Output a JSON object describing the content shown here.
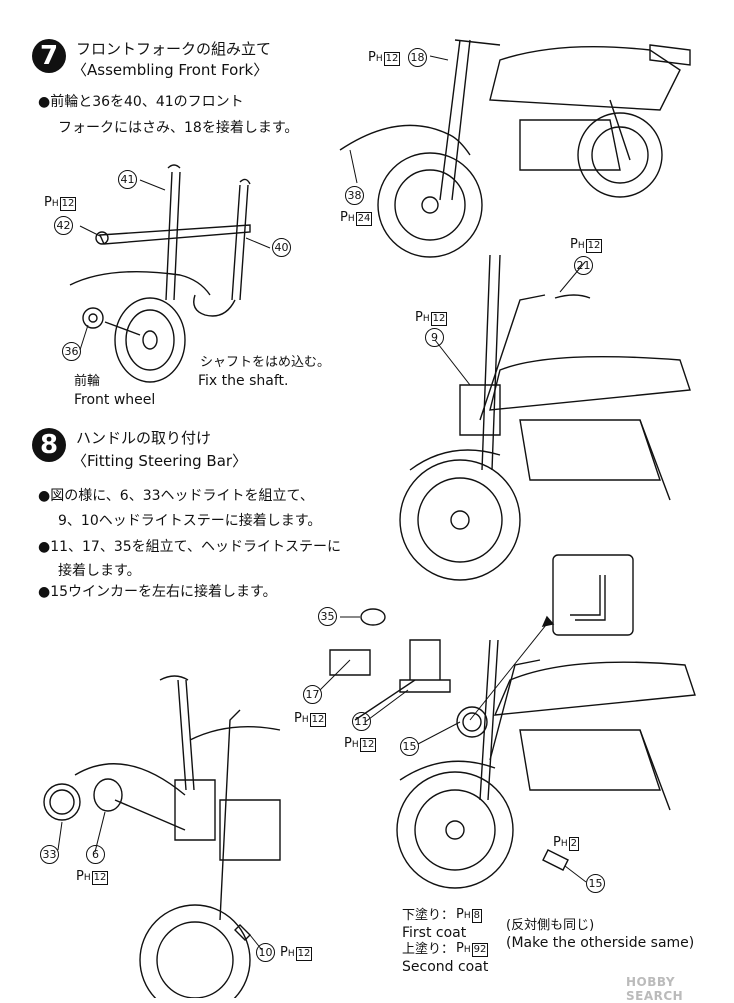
{
  "step7": {
    "number": "7",
    "title_jp": "フロントフォークの組み立て",
    "title_en": "〈Assembling Front Fork〉",
    "instruction_line1_jp": "●前輪と36を40、41のフロント",
    "instruction_line2_jp": "フォークにはさみ、18を接着します。",
    "parts": {
      "p41": "41",
      "p42": "42",
      "p40": "40",
      "p36": "36",
      "p38": "38",
      "p18": "18"
    },
    "paint_ph12_a": "12",
    "paint_ph24": "24",
    "paint_ph12_b": "12",
    "label_shaft_jp": "シャフトをはめ込む。",
    "label_shaft_en": "Fix the shaft.",
    "label_wheel_jp": "前輪",
    "label_wheel_en": "Front wheel"
  },
  "step8": {
    "number": "8",
    "title_jp": "ハンドルの取り付け",
    "title_en": "〈Fitting Steering Bar〉",
    "instruction_line1_jp": "●図の様に、6、33ヘッドライトを組立て、",
    "instruction_line2_jp": "9、10ヘッドライトステーに接着します。",
    "instruction_line3_jp": "●11、17、35を組立て、ヘッドライトステーに",
    "instruction_line4_jp": "接着します。",
    "instruction_line5_jp": "●15ウインカーを左右に接着します。",
    "parts": {
      "p21": "21",
      "p9": "9",
      "p35": "35",
      "p17": "17",
      "p11": "11",
      "p15a": "15",
      "p33": "33",
      "p6": "6",
      "p10": "10",
      "p15b": "15"
    },
    "paint": {
      "ph12_21": "12",
      "ph12_9": "12",
      "ph12_17": "12",
      "ph12_11": "12",
      "ph12_6": "12",
      "ph12_10": "12",
      "ph2": "2",
      "ph8": "8",
      "ph92": "92"
    },
    "undercoat_jp": "下塗り：",
    "first_coat_en": "First coat",
    "topcoat_jp": "上塗り：",
    "second_coat_en": "Second coat",
    "otherside_jp": "(反対側も同じ)",
    "otherside_en": "(Make the otherside same)"
  },
  "watermark": "HOBBY SEARCH"
}
